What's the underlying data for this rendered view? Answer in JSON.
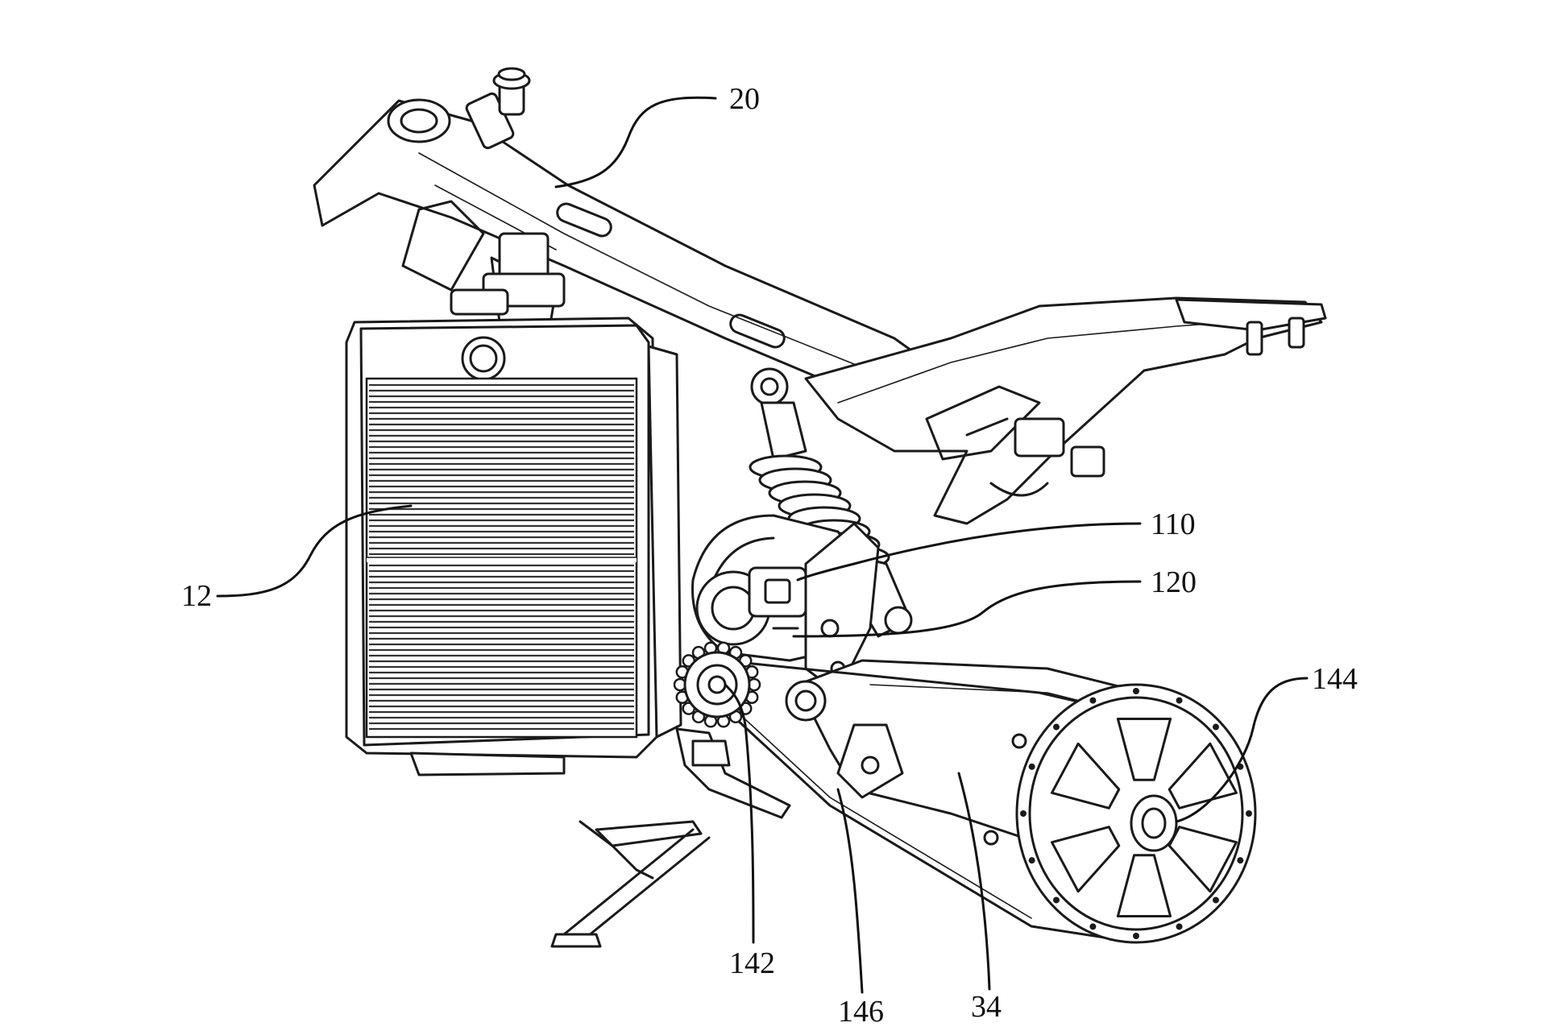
{
  "figure": {
    "reference_numerals": {
      "frame": "20",
      "radiator": "12",
      "motor": "110",
      "motor_part": "120",
      "driven_sprocket": "144",
      "drive_sprocket": "142",
      "belt": "146",
      "swingarm": "34"
    }
  }
}
